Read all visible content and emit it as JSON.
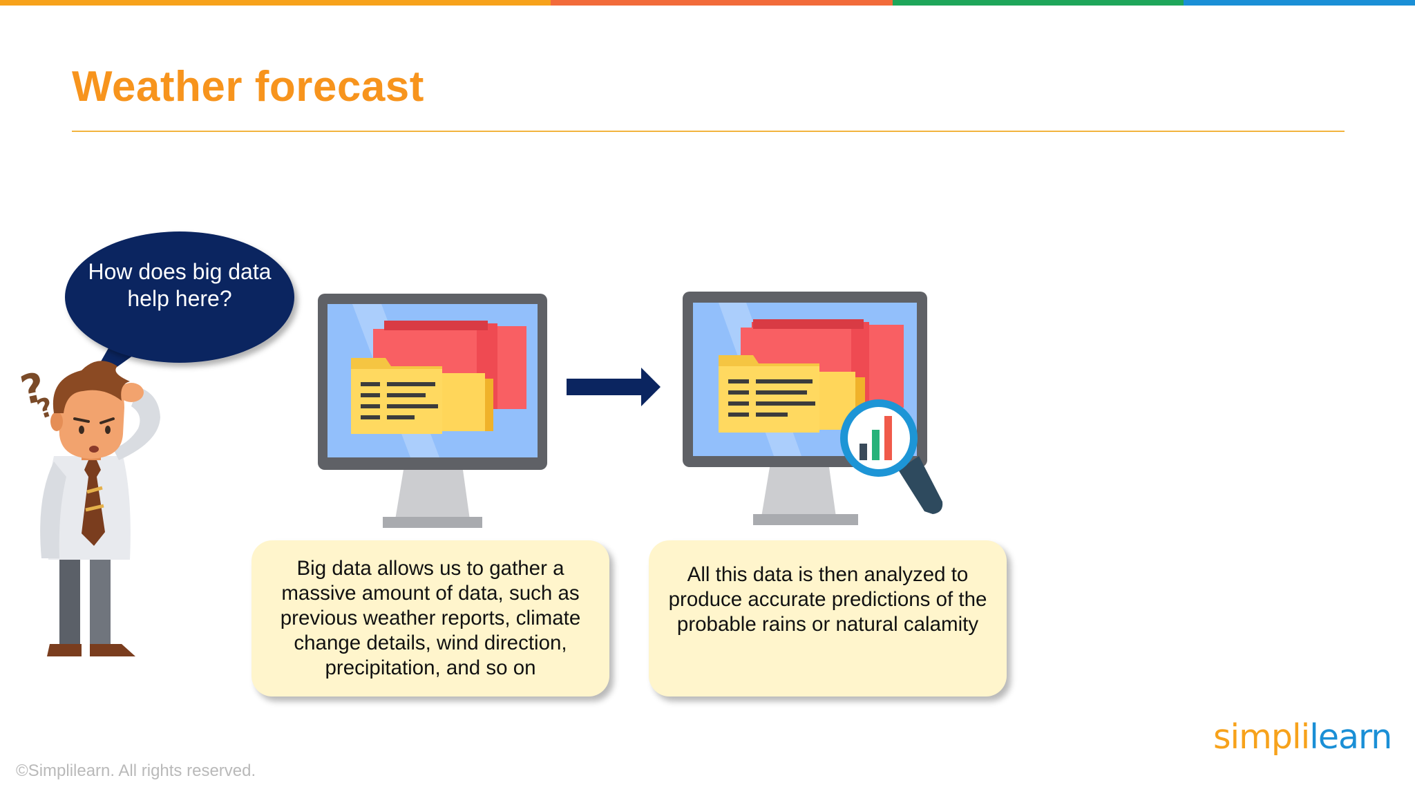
{
  "slide": {
    "title": "Weather forecast",
    "question": "How does big data help here?",
    "card_1_text": "Big data allows us to gather a massive amount of data, such as previous weather reports, climate change details, wind direction, precipitation, and so on",
    "card_2_text": "All this data is then analyzed to produce accurate predictions of the probable rains or natural calamity",
    "footer": "©Simplilearn. All rights reserved.",
    "logo": {
      "part_1": "simpl",
      "part_2": "i",
      "part_3": "learn"
    }
  },
  "icons": [
    "question-marks-icon",
    "confused-man-icon",
    "speech-bubble-icon",
    "monitor-folders-icon",
    "arrow-right-icon",
    "monitor-analysis-icon",
    "magnifier-chart-icon"
  ],
  "colors": {
    "title": "#F7941D",
    "rule": "#F2B33D",
    "bubble": "#0B2560",
    "card": "#FFF5CC",
    "arrow": "#0B2560",
    "bar_orange": "#F7A21B",
    "bar_red": "#F26B3A",
    "bar_green": "#1FA65A",
    "bar_blue": "#1A8FD6",
    "logo_orange": "#F7A21B",
    "logo_blue": "#1A8FD6"
  }
}
